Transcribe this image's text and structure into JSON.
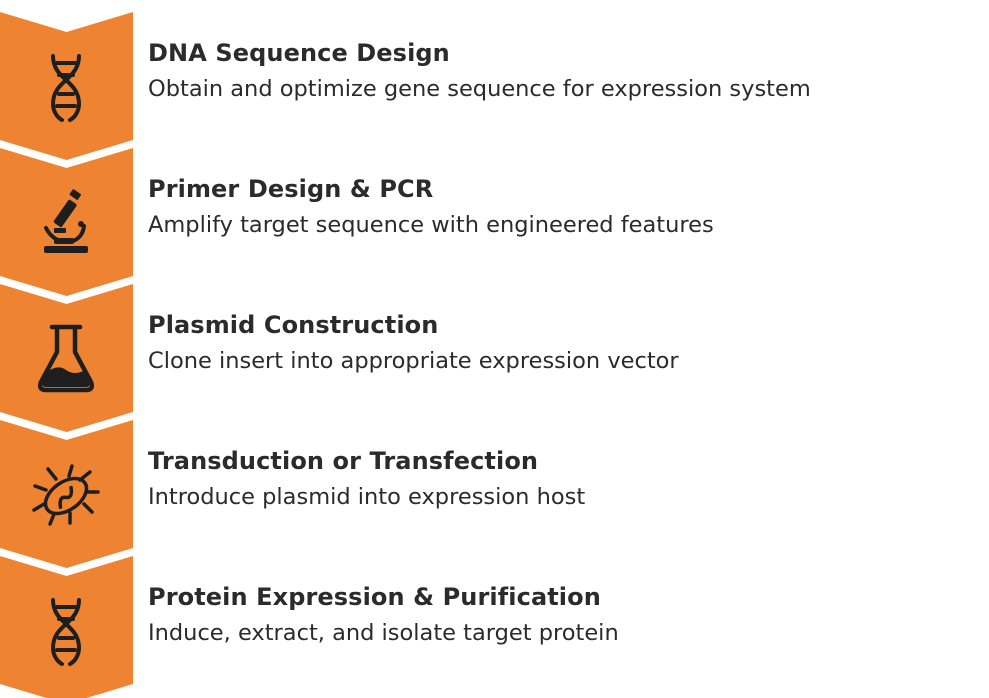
{
  "accent_color": "#ee8332",
  "icon_color": "#1e1e1e",
  "steps": [
    {
      "title": "DNA Sequence Design",
      "description": "Obtain and optimize gene sequence for expression system",
      "icon": "dna-icon"
    },
    {
      "title": "Primer Design & PCR",
      "description": "Amplify target sequence with engineered features",
      "icon": "microscope-icon"
    },
    {
      "title": "Plasmid Construction",
      "description": "Clone insert into appropriate expression vector",
      "icon": "flask-icon"
    },
    {
      "title": "Transduction or Transfection",
      "description": "Introduce plasmid into expression host",
      "icon": "bacterium-icon"
    },
    {
      "title": "Protein Expression & Purification",
      "description": "Induce, extract, and isolate target protein",
      "icon": "dna-icon"
    }
  ]
}
